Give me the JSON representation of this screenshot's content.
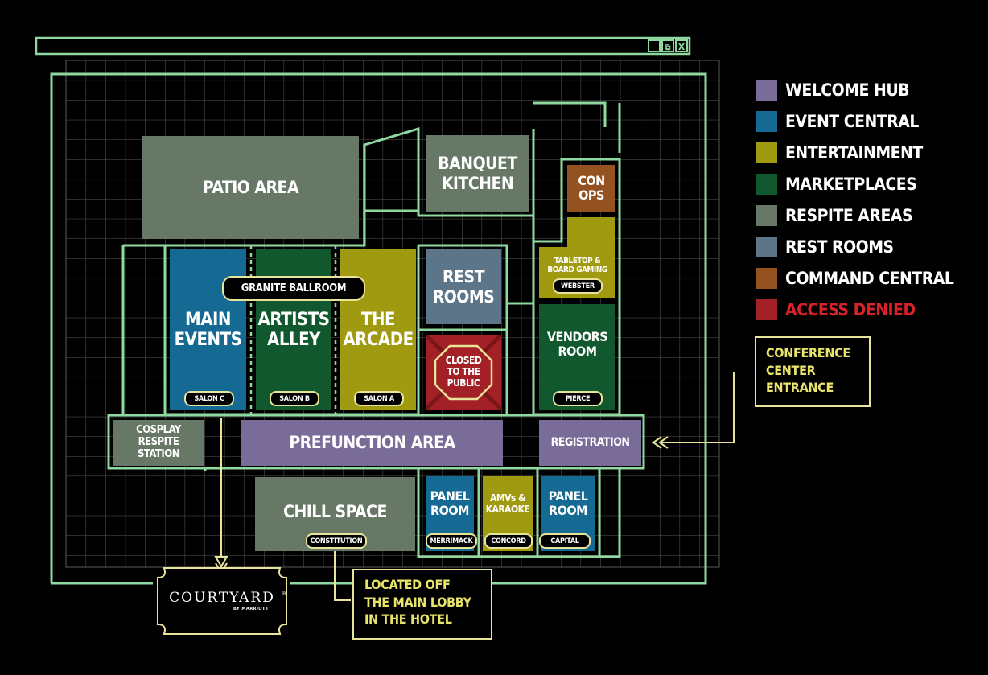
{
  "colors": {
    "welcome_hub": "#7a6c99",
    "event_central": "#156a94",
    "entertainment": "#a09a10",
    "marketplaces": "#11582e",
    "respite_areas": "#677866",
    "rest_rooms": "#5c7588",
    "command_central": "#955221",
    "access_denied": "#a32026",
    "line": "#8fd9a0",
    "accent": "#e8e49a"
  },
  "rooms": {
    "patio": "PATIO AREA",
    "banquet": "BANQUET\nKITCHEN",
    "con_ops": "CON\nOPS",
    "tabletop": "TABLETOP &\nBOARD GAMING",
    "tabletop_sub": "WEBSTER",
    "main_events": "MAIN\nEVENTS",
    "main_events_sub": "SALON C",
    "artists_alley": "ARTISTS\nALLEY",
    "artists_alley_sub": "SALON B",
    "arcade": "THE\nARCADE",
    "arcade_sub": "SALON A",
    "ballroom": "GRANITE BALLROOM",
    "rest_rooms": "REST\nROOMS",
    "closed": "CLOSED\nTO THE\nPUBLIC",
    "vendors": "VENDORS\nROOM",
    "vendors_sub": "PIERCE",
    "cosplay": "COSPLAY\nRESPITE\nSTATION",
    "prefunction": "PREFUNCTION AREA",
    "registration": "REGISTRATION",
    "chill": "CHILL SPACE",
    "chill_sub": "CONSTITUTION",
    "panel1": "PANEL\nROOM",
    "panel1_sub": "MERRIMACK",
    "amvs": "AMVs &\nKARAOKE",
    "amvs_sub": "CONCORD",
    "panel2": "PANEL\nROOM",
    "panel2_sub": "CAPITAL"
  },
  "callouts": {
    "entrance": "CONFERENCE\nCENTER\nENTRANCE",
    "lobby": "LOCATED OFF\nTHE MAIN LOBBY\nIN THE HOTEL"
  },
  "logo": {
    "name": "COURTYARD",
    "sub": "BY MARRIOTT",
    "reg": "®"
  },
  "window_controls": {
    "minimize": "_",
    "restore": "⧉",
    "close": "X"
  },
  "legend": [
    {
      "label": "WELCOME HUB",
      "color": "#7a6c99"
    },
    {
      "label": "EVENT CENTRAL",
      "color": "#156a94"
    },
    {
      "label": "ENTERTAINMENT",
      "color": "#a09a10"
    },
    {
      "label": "MARKETPLACES",
      "color": "#11582e"
    },
    {
      "label": "RESPITE AREAS",
      "color": "#677866"
    },
    {
      "label": "REST ROOMS",
      "color": "#5c7588"
    },
    {
      "label": "COMMAND CENTRAL",
      "color": "#955221"
    },
    {
      "label": "ACCESS DENIED",
      "color": "#a32026",
      "text_color": "#d8222a"
    }
  ]
}
